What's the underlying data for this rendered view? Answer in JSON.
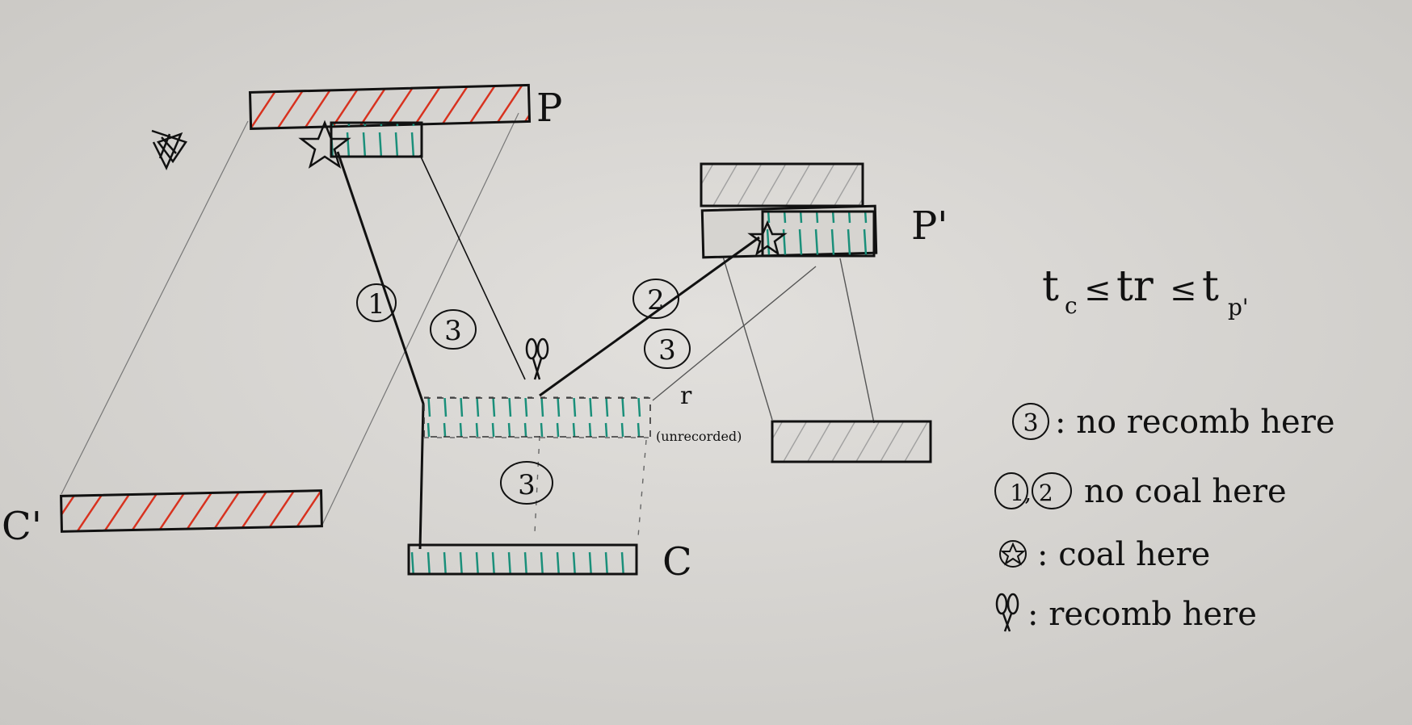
{
  "colors": {
    "paper": "#d9d7d4",
    "ink": "#111111",
    "red_hatch": "#d8321f",
    "green_hatch": "#1a8f7a",
    "gray_hatch": "#8a8a8a"
  },
  "labels": {
    "p": "P",
    "p_prime": "P'",
    "c": "C",
    "c_prime": "C'",
    "r": "r",
    "unrecorded": "(unrecorded)",
    "region_1": "1",
    "region_2": "2",
    "region_3": "3"
  },
  "formula": {
    "tc": "t",
    "tc_sub": "c",
    "le1": "≤",
    "tr": "tr",
    "le2": "≤",
    "tp": "t",
    "tp_sub": "p'"
  },
  "legend": [
    {
      "key": "3",
      "symbol": "circled-number",
      "text": ": no recomb here"
    },
    {
      "key": "1, 2",
      "symbol": "circled-numbers",
      "text": "no coal here"
    },
    {
      "key": "",
      "symbol": "star-icon",
      "text": ": coal here"
    },
    {
      "key": "",
      "symbol": "scissors-icon",
      "text": ": recomb here"
    }
  ]
}
